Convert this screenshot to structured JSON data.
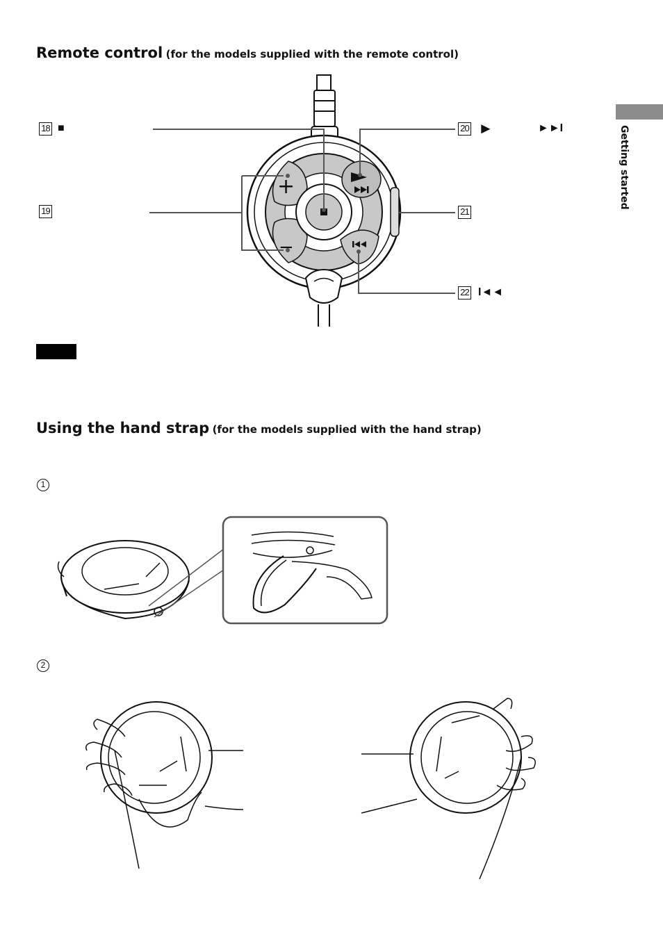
{
  "remote_section": {
    "title": "Remote control",
    "subtitle": "(for the models supplied with the remote control)",
    "callouts": [
      {
        "number": "18",
        "symbol": "■"
      },
      {
        "number": "19",
        "symbol": ""
      },
      {
        "number": "20",
        "symbol": "►",
        "symbol2": "►►I"
      },
      {
        "number": "21",
        "symbol": ""
      },
      {
        "number": "22",
        "symbol": "I◄◄"
      }
    ],
    "remote_buttons": {
      "plus": "+",
      "minus": "−",
      "stop": "■",
      "play": "►",
      "next": "►►I",
      "prev": "I◄◄"
    }
  },
  "side_tab_label": "Getting started",
  "strap_section": {
    "title": "Using the hand strap",
    "subtitle": "(for the models supplied with the hand strap)",
    "steps": [
      "1",
      "2"
    ]
  }
}
